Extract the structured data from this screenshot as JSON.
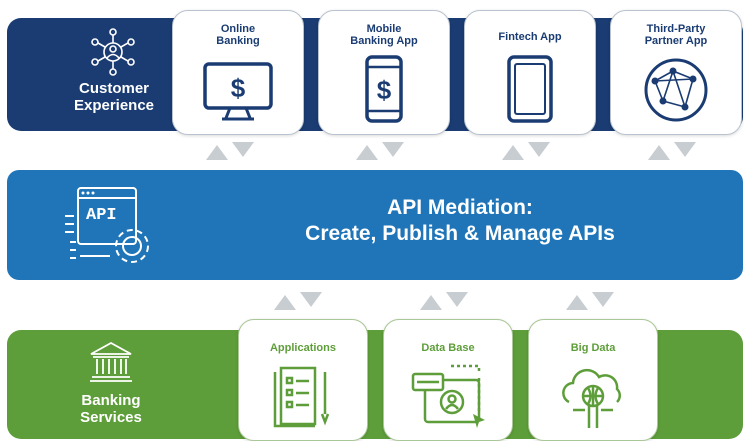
{
  "customer_experience": {
    "label_line1": "Customer",
    "label_line2": "Experience",
    "channels": [
      {
        "line1": "Online",
        "line2": "Banking",
        "icon": "monitor-dollar-icon"
      },
      {
        "line1": "Mobile",
        "line2": "Banking App",
        "icon": "smartphone-dollar-icon"
      },
      {
        "line1": "Fintech App",
        "line2": "",
        "icon": "tablet-icon"
      },
      {
        "line1": "Third-Party",
        "line2": "Partner App",
        "icon": "globe-network-icon"
      }
    ]
  },
  "api_layer": {
    "icon_text": "API",
    "title_line1": "API Mediation:",
    "title_line2": "Create, Publish & Manage APIs"
  },
  "banking_services": {
    "label_line1": "Banking",
    "label_line2": "Services",
    "services": [
      {
        "label": "Applications",
        "icon": "document-list-icon"
      },
      {
        "label": "Data Base",
        "icon": "database-user-icon"
      },
      {
        "label": "Big Data",
        "icon": "cloud-network-icon"
      }
    ]
  },
  "colors": {
    "dark_blue": "#1a3c73",
    "mid_blue": "#1f75b8",
    "green": "#5e9e3a",
    "arrow_gray": "#c8cdd2"
  }
}
